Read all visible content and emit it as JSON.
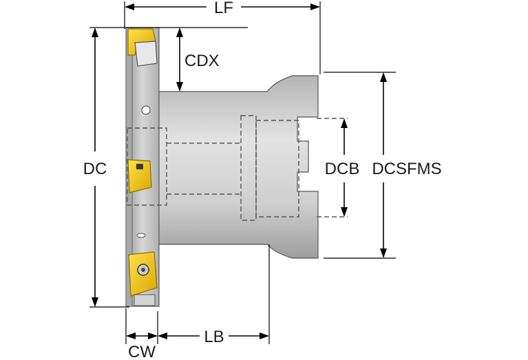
{
  "dimensions": {
    "lf": "LF",
    "cdx": "CDX",
    "dc": "DC",
    "dcb": "DCB",
    "dcsfms": "DCSFMS",
    "cw": "CW",
    "lb": "LB"
  },
  "colors": {
    "body_light": "#d9d9d9",
    "body_mid": "#bdbdbd",
    "body_dark": "#8c8c8c",
    "insert_yellow": "#f5c400",
    "insert_dark": "#b08a00",
    "line": "#000000"
  }
}
